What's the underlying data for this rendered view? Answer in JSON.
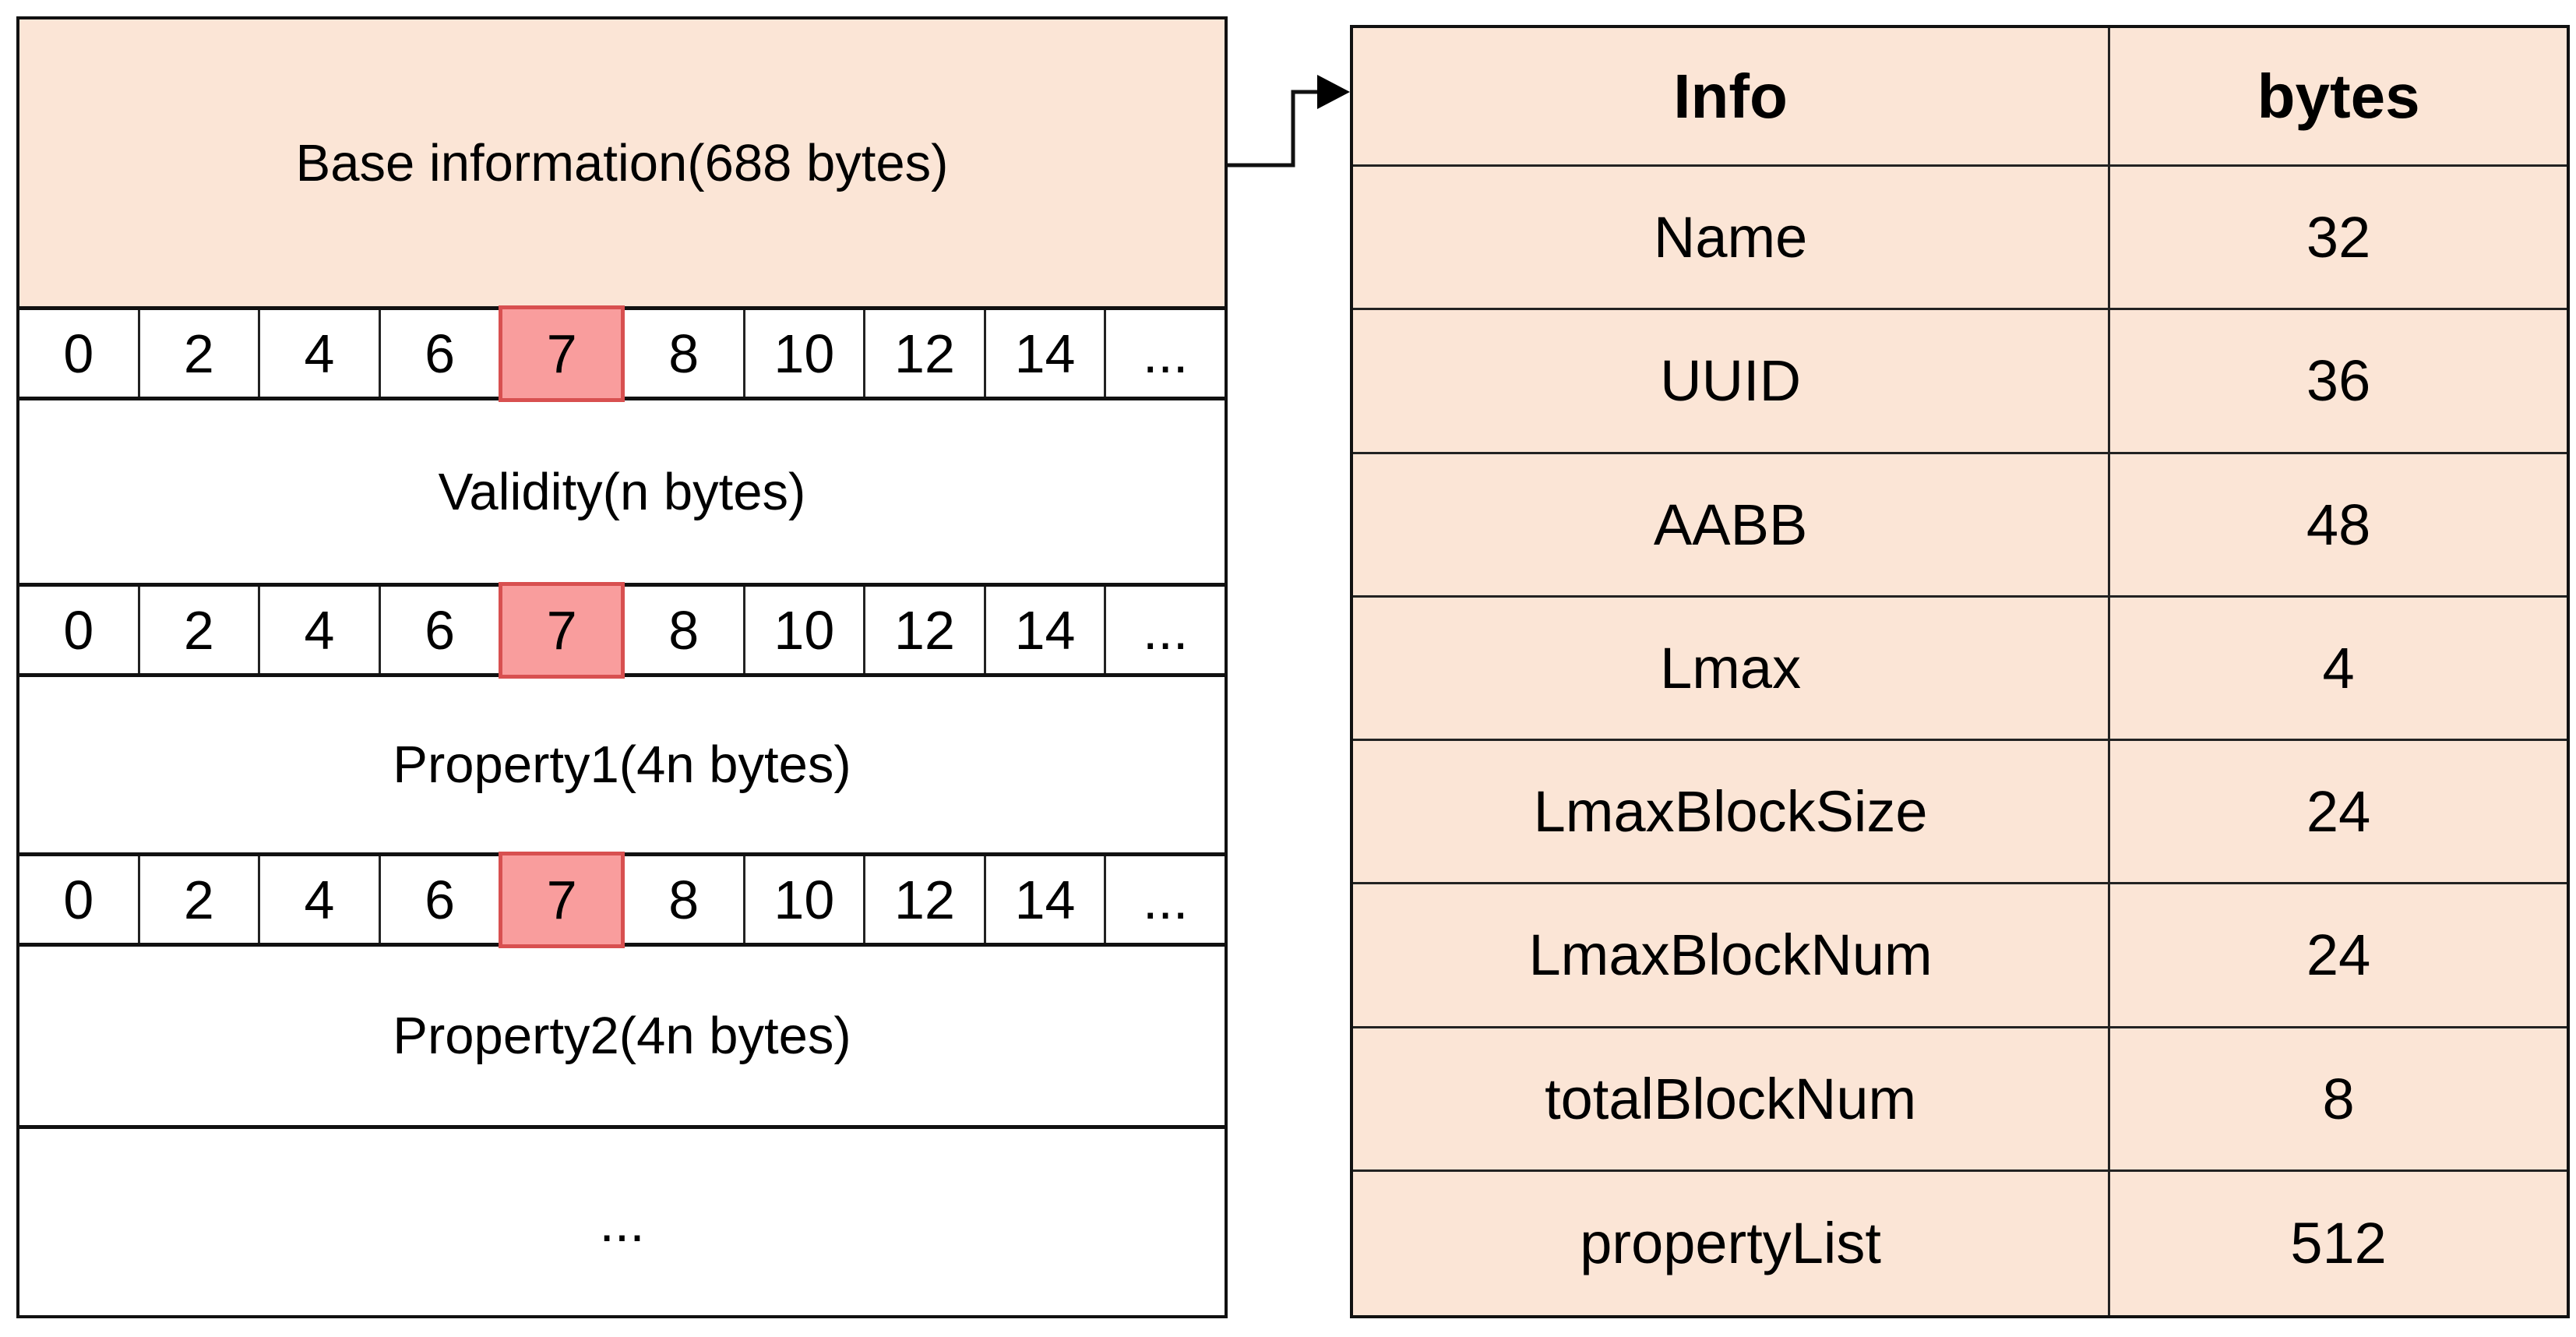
{
  "left_diagram": {
    "base_block": {
      "label": "Base information(688 bytes)"
    },
    "byte_ruler": {
      "cells": [
        "0",
        "2",
        "4",
        "6",
        "7",
        "8",
        "10",
        "12",
        "14",
        "..."
      ],
      "highlighted_value": "7",
      "highlight_index": 4
    },
    "sections": [
      {
        "label": "Validity(n bytes)"
      },
      {
        "label": "Property1(4n bytes)"
      },
      {
        "label": "Property2(4n bytes)"
      },
      {
        "label": "..."
      }
    ]
  },
  "detail_table": {
    "headers": [
      "Info",
      "bytes"
    ],
    "rows": [
      [
        "Name",
        "32"
      ],
      [
        "UUID",
        "36"
      ],
      [
        "AABB",
        "48"
      ],
      [
        "Lmax",
        "4"
      ],
      [
        "LmaxBlockSize",
        "24"
      ],
      [
        "LmaxBlockNum",
        "24"
      ],
      [
        "totalBlockNum",
        "8"
      ],
      [
        "propertyList",
        "512"
      ]
    ]
  },
  "connector": {
    "type": "elbow-arrow",
    "from": "base-information-block",
    "to": "info-table"
  },
  "colors": {
    "block_fill": "#fbe5d6",
    "highlight_fill": "#f99d9d",
    "highlight_border": "#d85050",
    "line": "#111111",
    "background": "#ffffff"
  }
}
